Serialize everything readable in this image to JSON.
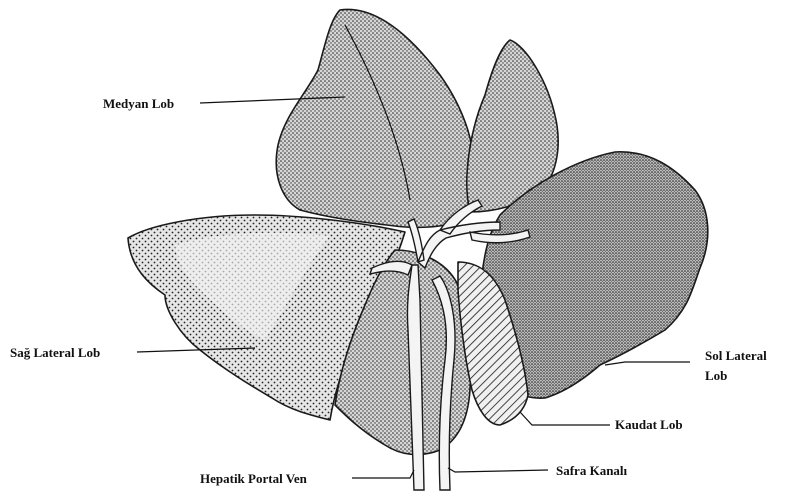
{
  "labels": {
    "median_lobe": "Medyan Lob",
    "right_lateral_lobe": "Sağ Lateral Lob",
    "left_lateral_lobe_line1": "Sol Lateral",
    "left_lateral_lobe_line2": "Lob",
    "caudate_lobe": "Kaudat Lob",
    "hepatic_portal_vein": "Hepatik Portal Ven",
    "bile_duct": "Safra Kanalı"
  },
  "colors": {
    "stipple": "#1a1a1a",
    "vessel_fill": "#f4f4f4",
    "lobe_base": "#d9d9d9"
  }
}
